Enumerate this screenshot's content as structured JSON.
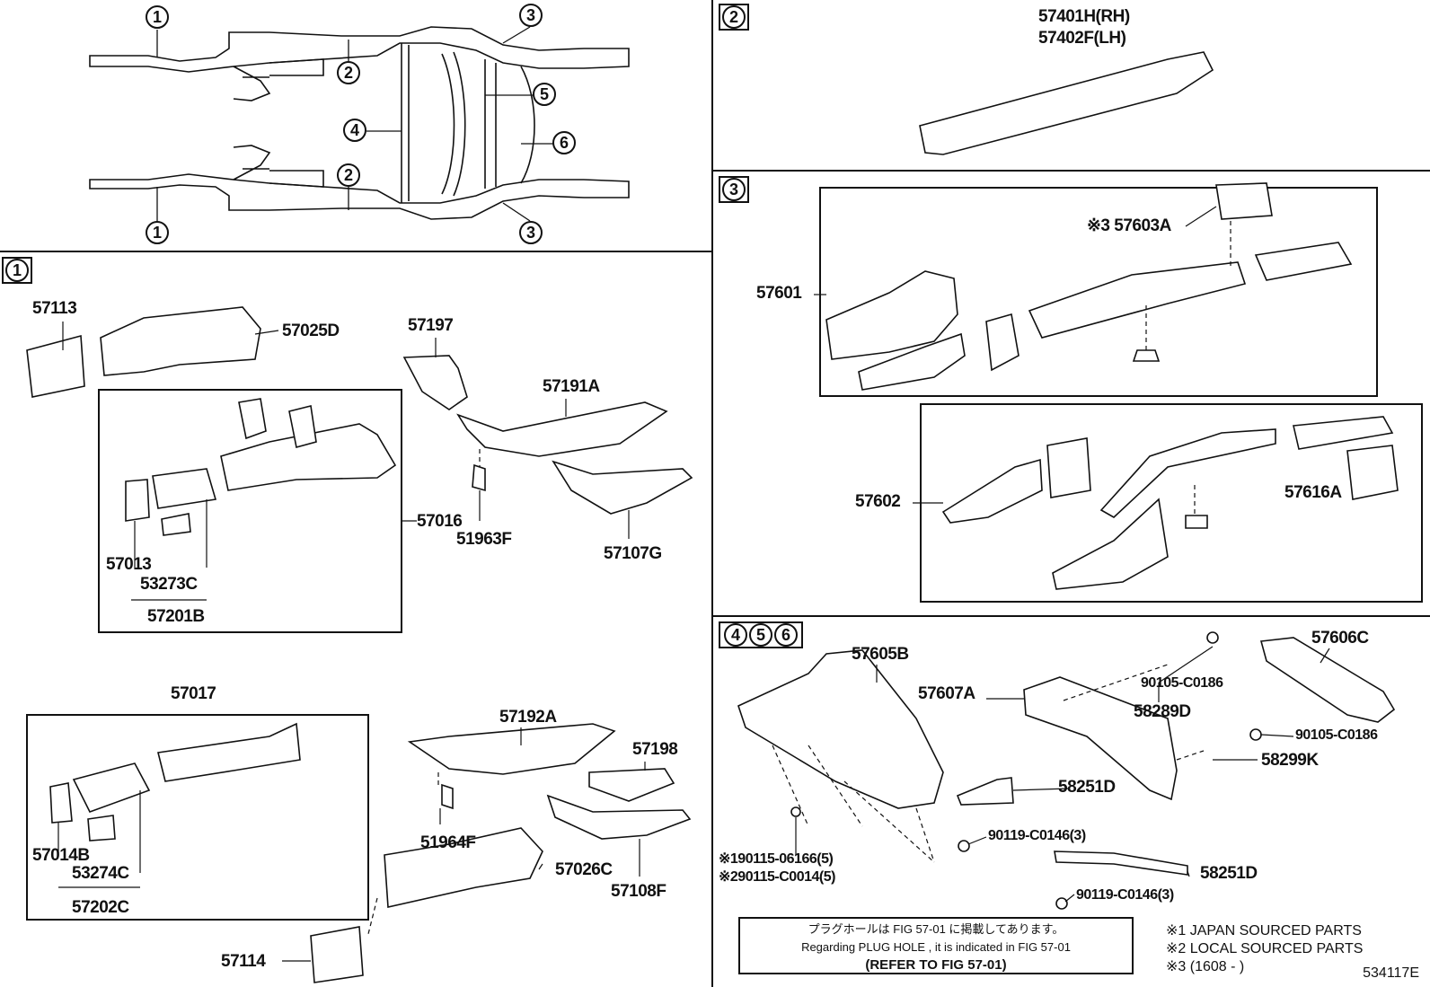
{
  "overview": {
    "callouts": [
      "1",
      "2",
      "3",
      "4",
      "5",
      "6",
      "2",
      "1",
      "3"
    ]
  },
  "sections": {
    "s1": {
      "tag": [
        "1"
      ]
    },
    "s2": {
      "tag": [
        "2"
      ]
    },
    "s3": {
      "tag": [
        "3"
      ]
    },
    "s456": {
      "tag": [
        "4",
        "5",
        "6"
      ]
    }
  },
  "labels": {
    "p57113": "57113",
    "p57025D": "57025D",
    "p57197": "57197",
    "p57191A": "57191A",
    "p57016": "57016",
    "p51963F": "51963F",
    "p57107G": "57107G",
    "p57013": "57013",
    "p53273C": "53273C",
    "p57201B": "57201B",
    "p57017": "57017",
    "p57192A": "57192A",
    "p57198": "57198",
    "p51964F": "51964F",
    "p57026C": "57026C",
    "p57108F": "57108F",
    "p57014B": "57014B",
    "p53274C": "53274C",
    "p57202C": "57202C",
    "p57114": "57114",
    "p57401H": "57401H(RH)",
    "p57402F": "57402F(LH)",
    "p57603A": "※3 57603A",
    "p57601": "57601",
    "p57602": "57602",
    "p57616A": "57616A",
    "p57605B": "57605B",
    "p57607A": "57607A",
    "p57606C": "57606C",
    "p90105a": "90105-C0186",
    "p58289D": "58289D",
    "p90105b": "90105-C0186",
    "p58299K": "58299K",
    "p58251Da": "58251D",
    "p90119a": "90119-C0146(3)",
    "p58251Db": "58251D",
    "p90119b": "90119-C0146(3)",
    "p90115": "※190115-06166(5)",
    "p90115b": "※290115-C0014(5)"
  },
  "note": {
    "jp": "プラグホールは FIG 57-01 に掲載してあります。",
    "en": "Regarding PLUG HOLE , it is indicated in FIG 57-01",
    "ref": "(REFER TO FIG 57-01)"
  },
  "legend": [
    "※1  JAPAN SOURCED PARTS",
    "※2  LOCAL SOURCED PARTS",
    "※3  (1608 -     )"
  ],
  "figure_number": "534117E"
}
